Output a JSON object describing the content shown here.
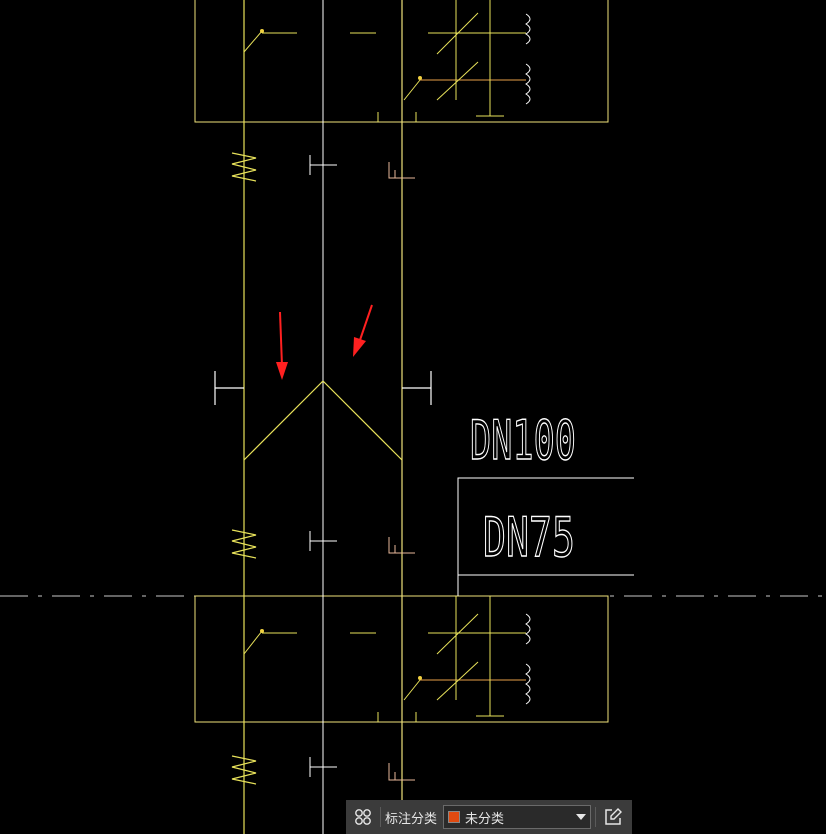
{
  "drawing": {
    "labels": {
      "pipe_large": "DN100",
      "pipe_small": "DN75"
    },
    "colors": {
      "background": "#000000",
      "pipe_line": "#e8e25a",
      "pipe_line_alt": "#f0e27a",
      "fixture_white": "#ffffff",
      "drain_trap": "#e8b89a",
      "branch_orange": "#e8a048",
      "annotation_arrow": "#ff2020",
      "centerline": "#c8c8c8"
    }
  },
  "toolbar": {
    "grid_icon": "grid-icon",
    "category_label": "标注分类",
    "category_select": {
      "selected": "未分类",
      "swatch_color": "#e04a10"
    },
    "edit_icon": "edit-export-icon"
  }
}
